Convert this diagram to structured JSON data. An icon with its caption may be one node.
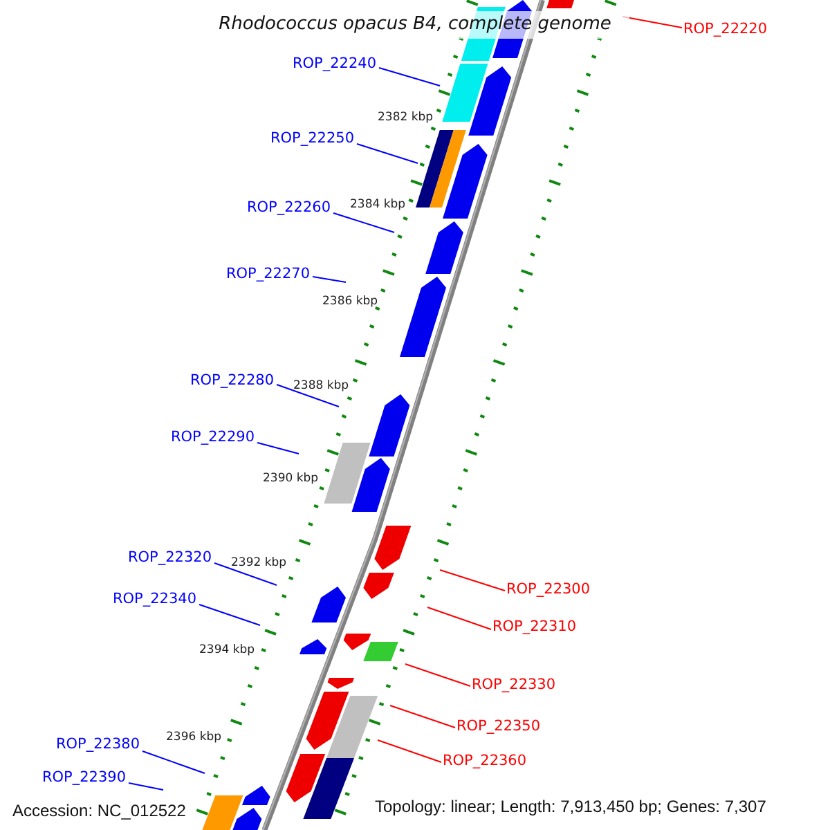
{
  "diagram": {
    "title": "Rhodococcus opacus B4, complete genome",
    "nodes": [
      {
        "text": [
          "ROP_22220"
        ]
      },
      {
        "text": [
          "ROP_22240"
        ]
      },
      {
        "text": [
          "ROP_22250"
        ]
      },
      {
        "text": [
          "ROP_22260"
        ]
      },
      {
        "text": [
          "ROP_22270"
        ]
      },
      {
        "text": [
          "ROP_22280"
        ]
      },
      {
        "text": [
          "ROP_22290"
        ]
      },
      {
        "text": [
          "ROP_22320"
        ]
      },
      {
        "text": [
          "ROP_22300"
        ]
      },
      {
        "text": [
          "ROP_22340"
        ]
      },
      {
        "text": [
          "ROP_22310"
        ]
      },
      {
        "text": [
          "ROP_22330"
        ]
      },
      {
        "text": [
          "ROP_22350"
        ]
      },
      {
        "text": [
          "ROP_22380"
        ]
      },
      {
        "text": [
          "ROP_22360"
        ]
      },
      {
        "text": [
          "ROP_22390"
        ]
      }
    ],
    "edges": [
      {
        "from": 0,
        "to": null,
        "arrow": "none",
        "color": "#ff0000"
      },
      {
        "from": 1,
        "to": null,
        "arrow": "none"
      },
      {
        "from": 2,
        "to": null,
        "arrow": "none"
      },
      {
        "from": 3,
        "to": null,
        "arrow": "none"
      },
      {
        "from": 4,
        "to": null,
        "arrow": "none"
      },
      {
        "from": 5,
        "to": null,
        "arrow": "none"
      },
      {
        "from": 6,
        "to": null,
        "arrow": "none"
      },
      {
        "from": 7,
        "to": null,
        "arrow": "none"
      },
      {
        "from": 8,
        "to": null,
        "arrow": "none",
        "color": "#ff0000"
      },
      {
        "from": 9,
        "to": null,
        "arrow": "none"
      },
      {
        "from": 10,
        "to": null,
        "arrow": "none",
        "color": "#ff0000"
      },
      {
        "from": 11,
        "to": null,
        "arrow": "none",
        "color": "#ff0000"
      },
      {
        "from": 12,
        "to": null,
        "arrow": "none",
        "color": "#ff0000"
      },
      {
        "from": 13,
        "to": null,
        "arrow": "none"
      },
      {
        "from": 14,
        "to": null,
        "arrow": "none",
        "color": "#ff0000"
      },
      {
        "from": 15,
        "to": null,
        "arrow": "none"
      }
    ],
    "labels": [
      "2382 kbp",
      "2384 kbp",
      "2386 kbp",
      "2388 kbp",
      "2390 kbp",
      "2392 kbp",
      "2394 kbp",
      "2396 kbp",
      "Accession: NC_012522",
      "Topology: linear; Length: 7,913,450 bp; Genes: 7,307"
    ]
  }
}
